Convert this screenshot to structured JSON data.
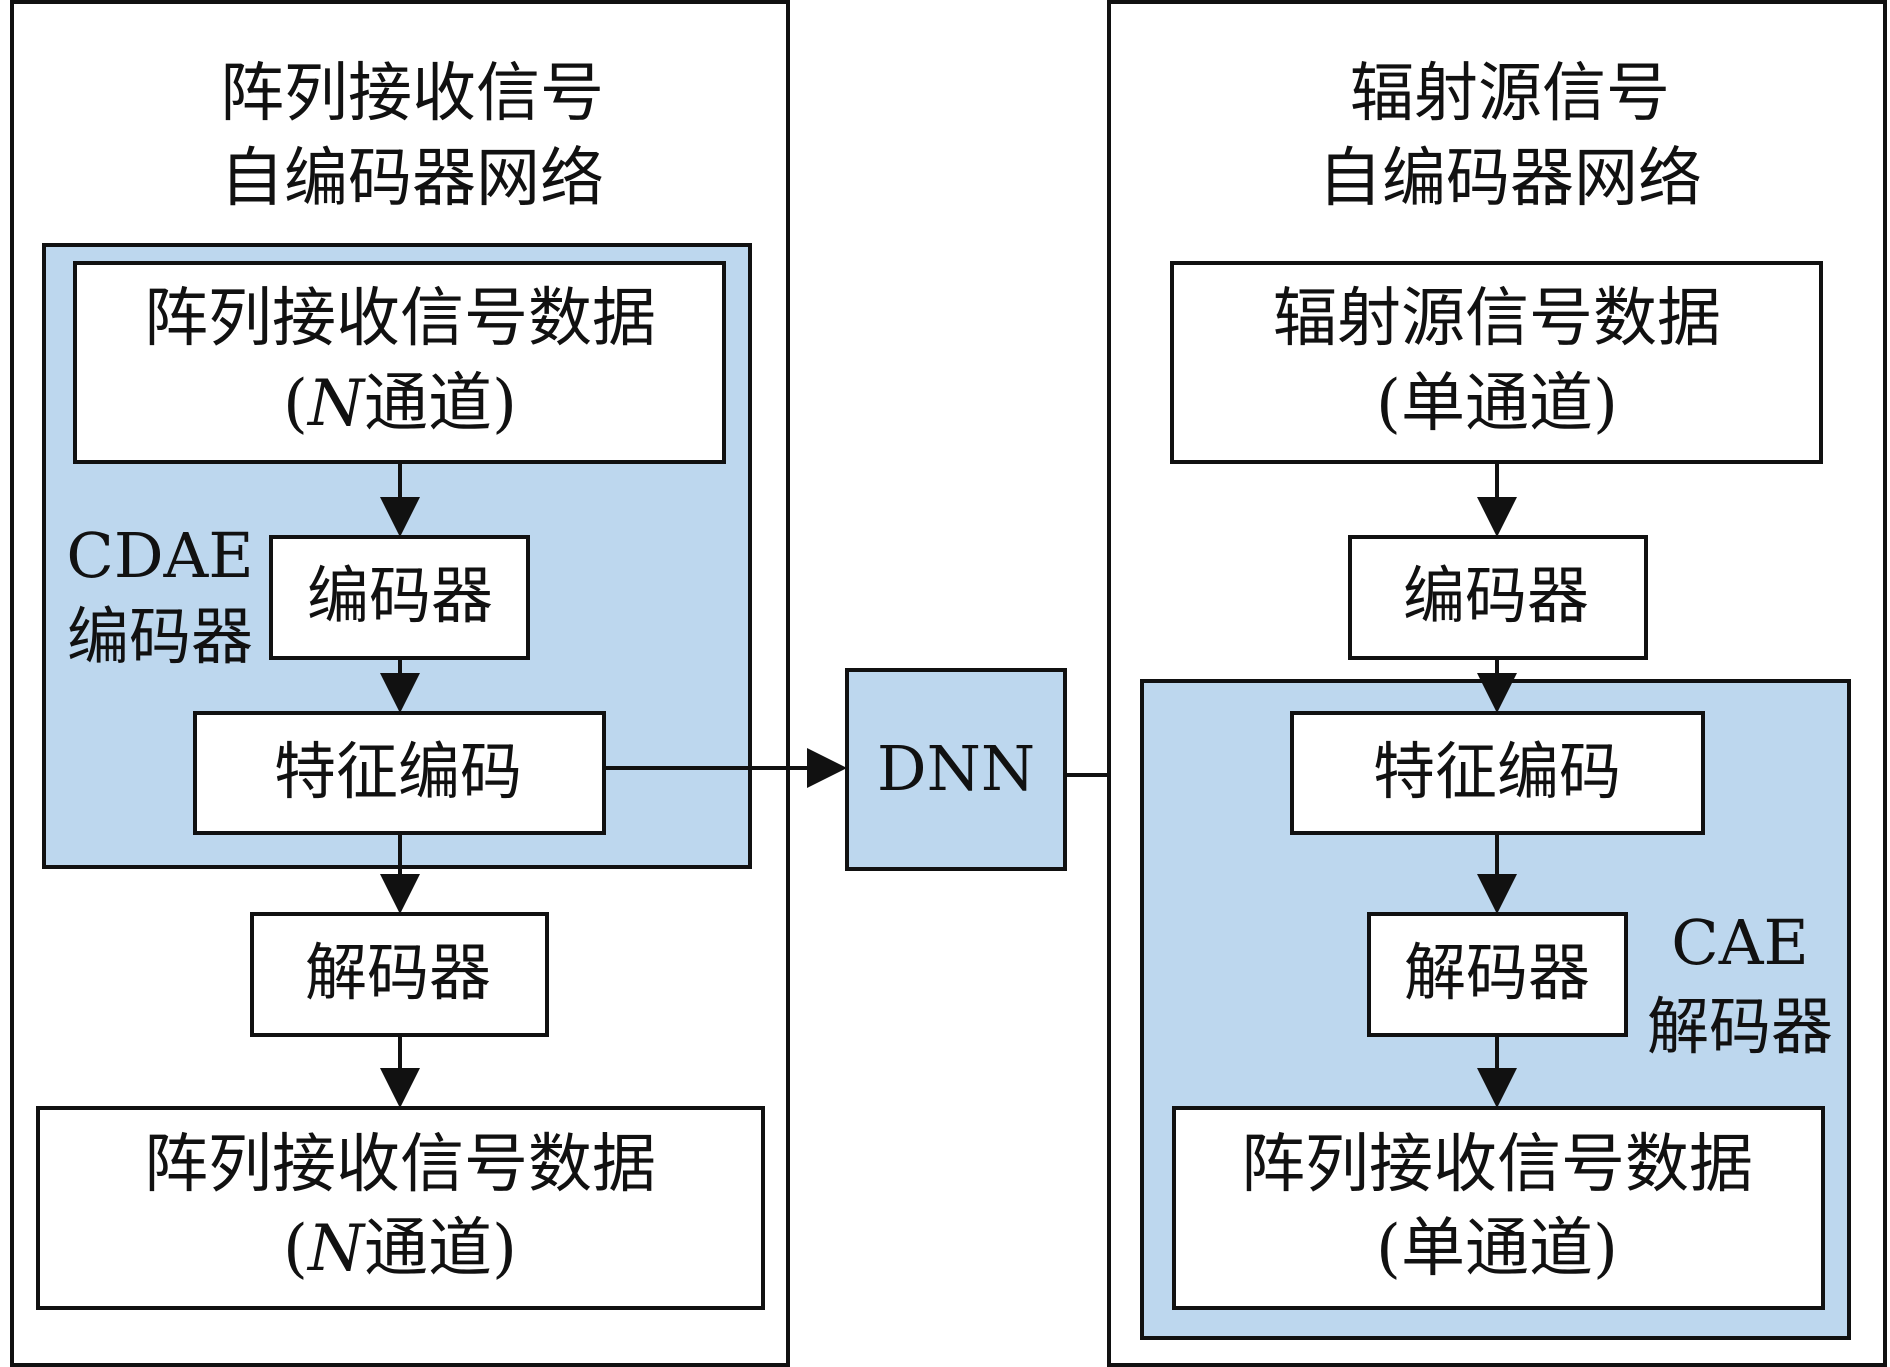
{
  "colors": {
    "shaded_fill": "#bdd7ee",
    "stroke": "#111111",
    "background": "#ffffff"
  },
  "left_network": {
    "title_line1": "阵列接收信号",
    "title_line2": "自编码器网络",
    "encoder_group_label_line1": "CDAE",
    "encoder_group_label_line2": "编码器",
    "input_box": {
      "line1": "阵列接收信号数据",
      "line2_open": "(",
      "line2_var": "N",
      "line2_rest": "通道)"
    },
    "encoder": "编码器",
    "feature": "特征编码",
    "decoder": "解码器",
    "output_box": {
      "line1": "阵列接收信号数据",
      "line2_open": "(",
      "line2_var": "N",
      "line2_rest": "通道)"
    }
  },
  "middle": {
    "dnn": "DNN"
  },
  "right_network": {
    "title_line1": "辐射源信号",
    "title_line2": "自编码器网络",
    "decoder_group_label_line1": "CAE",
    "decoder_group_label_line2": "解码器",
    "input_box": {
      "line1": "辐射源信号数据",
      "line2": "(单通道)"
    },
    "encoder": "编码器",
    "feature": "特征编码",
    "decoder": "解码器",
    "output_box": {
      "line1": "阵列接收信号数据",
      "line2": "(单通道)"
    }
  }
}
